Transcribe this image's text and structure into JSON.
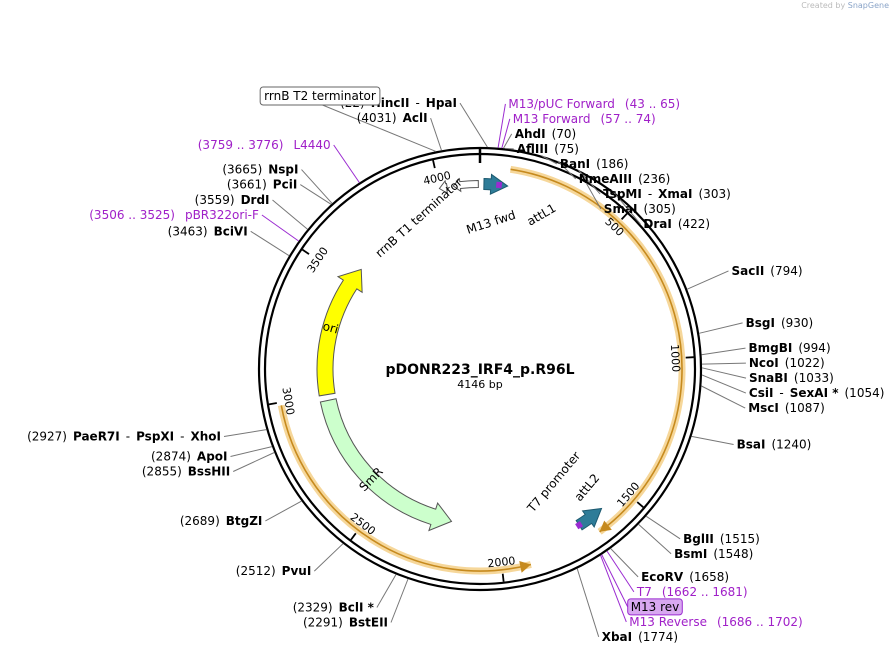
{
  "credit": {
    "prefix": "Created by",
    "brand": "SnapGene"
  },
  "plasmid": {
    "name": "pDONR223_IRF4_p.R96L",
    "length_label": "4146 bp",
    "length": 4146
  },
  "colors": {
    "backbone": "#000000",
    "primer": "#9b2bd1",
    "primer_text": "#a020c8",
    "orf_fill": "#f6d79a",
    "orf_stroke": "#c68a1e",
    "ori": "#ffff00",
    "smr": "#ccffcc",
    "att": "#2e7c98",
    "m13_box": "#d8a8f0"
  },
  "ticks": [
    {
      "pos": 500,
      "label": "500"
    },
    {
      "pos": 1000,
      "label": "1000"
    },
    {
      "pos": 1500,
      "label": "1500"
    },
    {
      "pos": 2000,
      "label": "2000"
    },
    {
      "pos": 2500,
      "label": "2500"
    },
    {
      "pos": 3000,
      "label": "3000"
    },
    {
      "pos": 3500,
      "label": "3500"
    },
    {
      "pos": 4000,
      "label": "4000"
    }
  ],
  "features": [
    {
      "name": "ori",
      "label": "ori",
      "start": 3000,
      "end": 3570,
      "direction": "cw",
      "ring": "inner",
      "kind": "ori"
    },
    {
      "name": "smr",
      "label": "SmR",
      "start": 2195,
      "end": 2975,
      "direction": "ccw",
      "ring": "inner",
      "kind": "smr"
    },
    {
      "name": "attl1",
      "label": "attL1",
      "start": 14,
      "end": 99,
      "direction": "cw",
      "ring": "mid",
      "kind": "att"
    },
    {
      "name": "attl2",
      "label": "attL2",
      "start": 1600,
      "end": 1700,
      "direction": "ccw",
      "ring": "mid",
      "kind": "att"
    },
    {
      "name": "rrnb-t1",
      "label": "rrnB T1 terminator",
      "start": 4050,
      "end": 4140,
      "direction": "ccw",
      "ring": "mid",
      "kind": "term"
    },
    {
      "name": "rrnb-t2",
      "label": "",
      "start": 4000,
      "end": 4028,
      "direction": "ccw",
      "ring": "mid",
      "kind": "term"
    }
  ],
  "orfs": [
    {
      "name": "orf-irf4",
      "start": 100,
      "end": 1655,
      "direction": "cw"
    },
    {
      "name": "orf-smr",
      "start": 1905,
      "end": 2990,
      "direction": "ccw"
    }
  ],
  "inner_primers": [
    {
      "name": "m13-fwd-primer",
      "pos": 68
    },
    {
      "name": "m13-rev-primer",
      "pos": 1700
    }
  ],
  "feature_labels": [
    {
      "name": "attl1-label",
      "text": "attL1"
    },
    {
      "name": "m13-fwd-label",
      "text": "M13 fwd"
    },
    {
      "name": "rrnb-t1-label",
      "text": "rrnB T1 terminator"
    },
    {
      "name": "t7-promoter-label",
      "text": "T7 promoter"
    },
    {
      "name": "attl2-label",
      "text": "attL2"
    }
  ],
  "sites": [
    {
      "name": "hincii-hpai",
      "pos": 22,
      "side": "left",
      "num": "(22)",
      "enz": "HincII",
      "enz2": "HpaI"
    },
    {
      "name": "acli",
      "pos": 4031,
      "side": "left",
      "num": "(4031)",
      "enz": "AclI"
    },
    {
      "name": "nspi",
      "pos": 3665,
      "side": "left",
      "num": "(3665)",
      "enz": "NspI"
    },
    {
      "name": "pcii",
      "pos": 3661,
      "side": "left",
      "num": "(3661)",
      "enz": "PciI"
    },
    {
      "name": "drdi",
      "pos": 3559,
      "side": "left",
      "num": "(3559)",
      "enz": "DrdI"
    },
    {
      "name": "bcivi",
      "pos": 3463,
      "side": "left",
      "num": "(3463)",
      "enz": "BciVI"
    },
    {
      "name": "paer7i-pspxi-xhoi",
      "pos": 2927,
      "side": "left",
      "num": "(2927)",
      "enz": "PaeR7I",
      "enz2": "PspXI",
      "enz3": "XhoI"
    },
    {
      "name": "apoi",
      "pos": 2874,
      "side": "left",
      "num": "(2874)",
      "enz": "ApoI"
    },
    {
      "name": "bsshii",
      "pos": 2855,
      "side": "left",
      "num": "(2855)",
      "enz": "BssHII"
    },
    {
      "name": "btgzi",
      "pos": 2689,
      "side": "left",
      "num": "(2689)",
      "enz": "BtgZI"
    },
    {
      "name": "pvui",
      "pos": 2512,
      "side": "left",
      "num": "(2512)",
      "enz": "PvuI"
    },
    {
      "name": "bcli",
      "pos": 2329,
      "side": "left",
      "num": "(2329)",
      "enz": "BclI *"
    },
    {
      "name": "bsteii",
      "pos": 2291,
      "side": "left",
      "num": "(2291)",
      "enz": "BstEII"
    },
    {
      "name": "ahdi",
      "pos": 70,
      "side": "right",
      "num": "(70)",
      "enz": "AhdI"
    },
    {
      "name": "afliii",
      "pos": 75,
      "side": "right",
      "num": "(75)",
      "enz": "AflIII"
    },
    {
      "name": "bani",
      "pos": 186,
      "side": "right",
      "num": "(186)",
      "enz": "BanI"
    },
    {
      "name": "nmeaiii",
      "pos": 236,
      "side": "right",
      "num": "(236)",
      "enz": "NmeAIII"
    },
    {
      "name": "tspmi-xmai",
      "pos": 303,
      "side": "right",
      "num": "(303)",
      "enz": "TspMI",
      "enz2": "XmaI"
    },
    {
      "name": "smai",
      "pos": 305,
      "side": "right",
      "num": "(305)",
      "enz": "SmaI"
    },
    {
      "name": "drai",
      "pos": 422,
      "side": "right",
      "num": "(422)",
      "enz": "DraI"
    },
    {
      "name": "sacii",
      "pos": 794,
      "side": "right",
      "num": "(794)",
      "enz": "SacII"
    },
    {
      "name": "bsgi",
      "pos": 930,
      "side": "right",
      "num": "(930)",
      "enz": "BsgI"
    },
    {
      "name": "bmgbi",
      "pos": 994,
      "side": "right",
      "num": "(994)",
      "enz": "BmgBI"
    },
    {
      "name": "ncoi",
      "pos": 1022,
      "side": "right",
      "num": "(1022)",
      "enz": "NcoI"
    },
    {
      "name": "snabi",
      "pos": 1033,
      "side": "right",
      "num": "(1033)",
      "enz": "SnaBI"
    },
    {
      "name": "csii-sexai",
      "pos": 1054,
      "side": "right",
      "num": "(1054)",
      "enz": "CsiI",
      "enz2": "SexAI *"
    },
    {
      "name": "msci",
      "pos": 1087,
      "side": "right",
      "num": "(1087)",
      "enz": "MscI"
    },
    {
      "name": "bsai",
      "pos": 1240,
      "side": "right",
      "num": "(1240)",
      "enz": "BsaI"
    },
    {
      "name": "bglii",
      "pos": 1515,
      "side": "right",
      "num": "(1515)",
      "enz": "BglII"
    },
    {
      "name": "bsmi",
      "pos": 1548,
      "side": "right",
      "num": "(1548)",
      "enz": "BsmI"
    },
    {
      "name": "ecorv",
      "pos": 1658,
      "side": "right",
      "num": "(1658)",
      "enz": "EcoRV"
    },
    {
      "name": "xbai",
      "pos": 1774,
      "side": "right",
      "num": "(1774)",
      "enz": "XbaI"
    }
  ],
  "primer_labels": [
    {
      "name": "m13-puc-forward",
      "pos": 54,
      "side": "right",
      "text": "M13/pUC Forward",
      "range": "(43 .. 65)"
    },
    {
      "name": "m13-forward",
      "pos": 65,
      "side": "right",
      "text": "M13 Forward",
      "range": "(57 .. 74)"
    },
    {
      "name": "l4440",
      "pos": 3767,
      "side": "left",
      "text": "L4440",
      "range": "(3759 .. 3776)"
    },
    {
      "name": "pbr322ori-f",
      "pos": 3515,
      "side": "left",
      "text": "pBR322ori-F",
      "range": "(3506 .. 3525)"
    },
    {
      "name": "t7",
      "pos": 1671,
      "side": "right",
      "text": "T7",
      "range": "(1662 .. 1681)"
    },
    {
      "name": "m13-rev",
      "pos": 1690,
      "side": "right",
      "text": "M13 rev",
      "range": "",
      "boxed": true
    },
    {
      "name": "m13-reverse",
      "pos": 1694,
      "side": "right",
      "text": "M13 Reverse",
      "range": "(1686 .. 1702)"
    }
  ],
  "boxed_labels": [
    {
      "name": "rrnb-t2-terminator",
      "pos": 4014,
      "text": "rrnB T2 terminator"
    }
  ]
}
